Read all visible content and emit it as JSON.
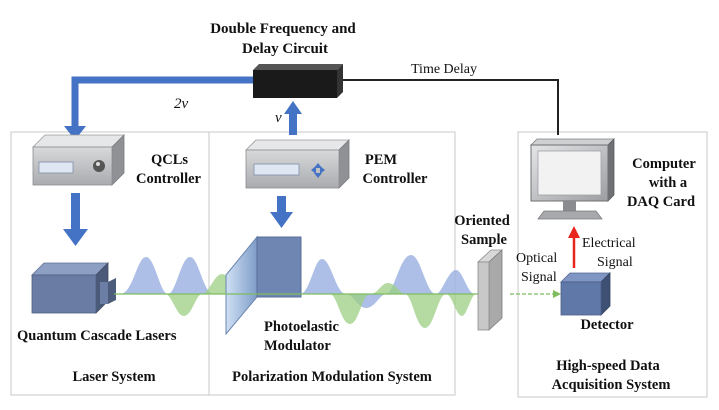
{
  "circuit": {
    "label_line1": "Double Frequency and",
    "label_line2": "Delay  Circuit"
  },
  "signals": {
    "two_v": "2v",
    "v": "v",
    "time_delay": "Time Delay",
    "optical_line1": "Optical",
    "optical_line2": "Signal",
    "electrical_line1": "Electrical",
    "electrical_line2": "Signal"
  },
  "qcl_controller": {
    "label_line1": "QCLs",
    "label_line2": "Controller"
  },
  "pem_controller": {
    "label_line1": "PEM",
    "label_line2": "Controller"
  },
  "computer": {
    "label_line1": "Computer",
    "label_line2": "with a",
    "label_line3": "DAQ Card"
  },
  "laser": {
    "label": "Quantum Cascade Lasers"
  },
  "modulator": {
    "label_line1": "Photoelastic",
    "label_line2": "Modulator"
  },
  "sample": {
    "label_line1": "Oriented",
    "label_line2": "Sample"
  },
  "detector": {
    "label": "Detector"
  },
  "systems": {
    "laser_system": "Laser System",
    "pm_system": "Polarization Modulation System",
    "daq_line1": "High-speed Data",
    "daq_line2": "Acquisition System"
  },
  "colors": {
    "arrow_blue": "#4472c4",
    "wave_blue": "#9fb4e2",
    "wave_green": "#9ccf84",
    "red_arrow": "#e8261e",
    "device_gray": "#c9cacc"
  }
}
